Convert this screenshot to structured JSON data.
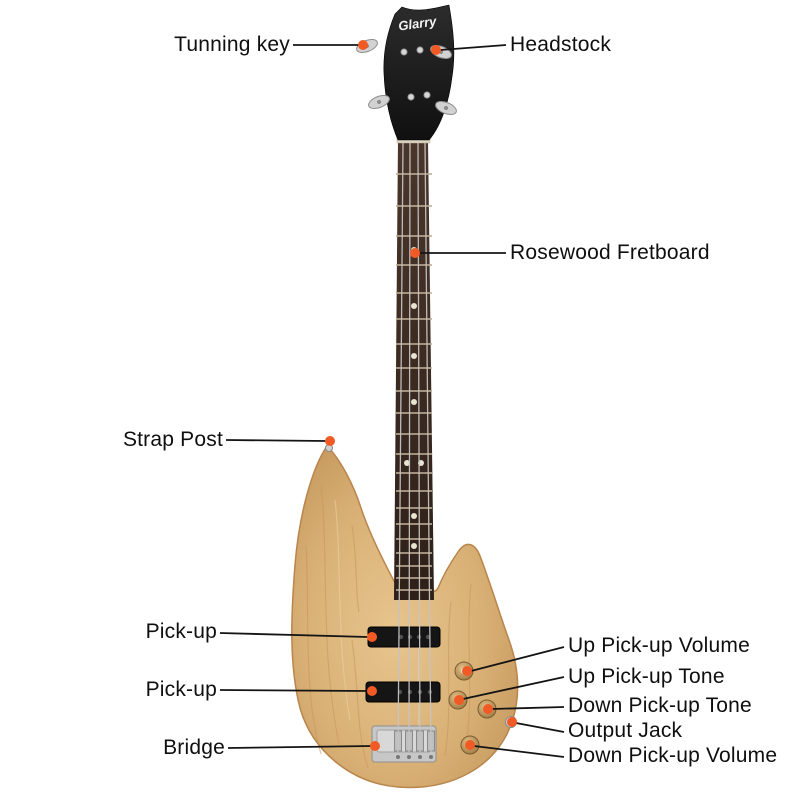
{
  "brand": {
    "name": "Glarry"
  },
  "colors": {
    "background": "#ffffff",
    "dot": "#f15a24",
    "leader_line": "#141414",
    "label_text": "#0f0f0f",
    "body_wood": "#d9b176",
    "fretboard": "#3c2a20",
    "headstock": "#181818",
    "hardware": "#c9c9c9"
  },
  "annotations": {
    "tuning_key": "Tunning key",
    "headstock": "Headstock",
    "rosewood_fretboard": "Rosewood Fretboard",
    "strap_post": "Strap Post",
    "pickup_upper": "Pick-up",
    "pickup_lower": "Pick-up",
    "bridge": "Bridge",
    "up_pickup_volume": "Up Pick-up Volume",
    "up_pickup_tone": "Up Pick-up Tone",
    "down_pickup_tone": "Down Pick-up Tone",
    "output_jack": "Output Jack",
    "down_pickup_volume": "Down Pick-up Volume"
  }
}
